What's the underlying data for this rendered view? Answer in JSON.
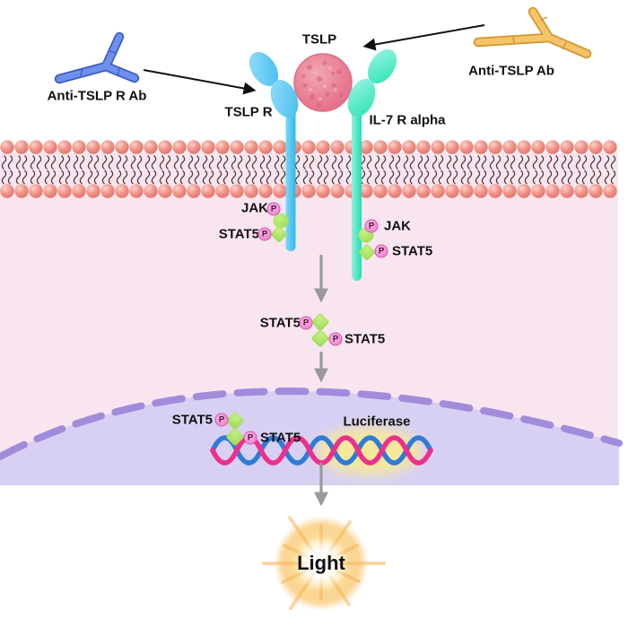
{
  "diagram": {
    "phospho_label": "P",
    "extracellular": {
      "tslp_label": "TSLP",
      "anti_tslp_r_ab_label": "Anti-TSLP R Ab",
      "anti_tslp_ab_label": "Anti-TSLP Ab",
      "tslp_r_label": "TSLP R",
      "il7_r_alpha_label": "IL-7 R alpha"
    },
    "cytoplasm": {
      "jak_label": "JAK",
      "stat5_label": "STAT5"
    },
    "nucleus": {
      "stat5_label": "STAT5",
      "luciferase_label": "Luciferase"
    },
    "output": {
      "light_label": "Light"
    }
  },
  "colors": {
    "background": "#FFFFFF",
    "cytoplasm": "#F9E5F0",
    "membrane_head": "#EF8A7F",
    "membrane_tail": "#4A3838",
    "nucleus_fill": "#D7D0F3",
    "nucleus_border": "#A18CDC",
    "tslp_sphere": "#E87D92",
    "tslp_receptor_blue": "#3FBCEE",
    "il7_receptor_teal": "#2BE2B8",
    "anti_tslp_r_ab_blue": "#6E90EC",
    "anti_tslp_ab_orange": "#F3C468",
    "phospho_pink": "#F07BCC",
    "jak_stat_green": "#A3E159",
    "dna_strand_blue": "#2E7CD8",
    "dna_strand_pink": "#EE2F8C",
    "dna_glow": "#F6E89B",
    "light_burst": "#F6B55A",
    "arrow_gray": "#999999",
    "arrow_black": "#111111"
  }
}
